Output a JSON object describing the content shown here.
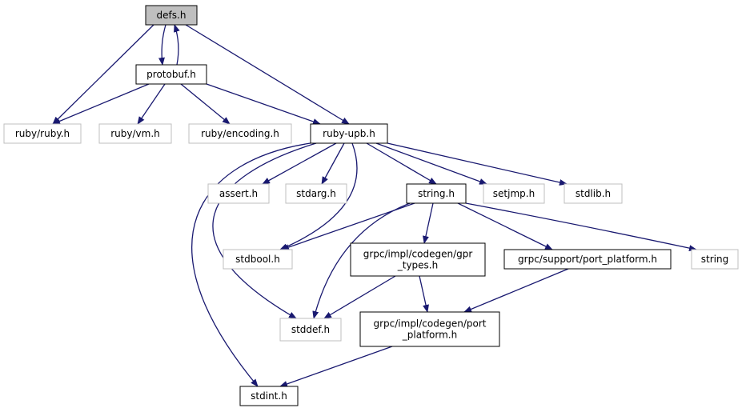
{
  "colors": {
    "edge": "#191970",
    "border_local": "#000000",
    "border_system": "#bfbfbf",
    "fill_current": "#bfbfbf",
    "fill_default": "#ffffff"
  },
  "nodes": {
    "defs": {
      "lines": [
        "defs.h"
      ],
      "kind": "current"
    },
    "protobuf": {
      "lines": [
        "protobuf.h"
      ],
      "kind": "local"
    },
    "ruby_ruby": {
      "lines": [
        "ruby/ruby.h"
      ],
      "kind": "system"
    },
    "ruby_vm": {
      "lines": [
        "ruby/vm.h"
      ],
      "kind": "system"
    },
    "ruby_encoding": {
      "lines": [
        "ruby/encoding.h"
      ],
      "kind": "system"
    },
    "ruby_upb": {
      "lines": [
        "ruby-upb.h"
      ],
      "kind": "local"
    },
    "assert": {
      "lines": [
        "assert.h"
      ],
      "kind": "system"
    },
    "stdarg": {
      "lines": [
        "stdarg.h"
      ],
      "kind": "system"
    },
    "string_h": {
      "lines": [
        "string.h"
      ],
      "kind": "local"
    },
    "setjmp": {
      "lines": [
        "setjmp.h"
      ],
      "kind": "system"
    },
    "stdlib": {
      "lines": [
        "stdlib.h"
      ],
      "kind": "system"
    },
    "stdbool": {
      "lines": [
        "stdbool.h"
      ],
      "kind": "system"
    },
    "gpr_types": {
      "lines": [
        "grpc/impl/codegen/gpr",
        "_types.h"
      ],
      "kind": "local"
    },
    "port_platform": {
      "lines": [
        "grpc/support/port_platform.h"
      ],
      "kind": "local"
    },
    "string": {
      "lines": [
        "string"
      ],
      "kind": "system"
    },
    "stddef": {
      "lines": [
        "stddef.h"
      ],
      "kind": "system"
    },
    "codegen_port": {
      "lines": [
        "grpc/impl/codegen/port",
        "_platform.h"
      ],
      "kind": "local"
    },
    "stdint": {
      "lines": [
        "stdint.h"
      ],
      "kind": "local"
    }
  },
  "edges": [
    [
      "defs",
      "protobuf"
    ],
    [
      "protobuf",
      "defs"
    ],
    [
      "defs",
      "ruby_ruby"
    ],
    [
      "defs",
      "ruby_upb"
    ],
    [
      "protobuf",
      "ruby_ruby"
    ],
    [
      "protobuf",
      "ruby_vm"
    ],
    [
      "protobuf",
      "ruby_encoding"
    ],
    [
      "protobuf",
      "ruby_upb"
    ],
    [
      "ruby_upb",
      "assert"
    ],
    [
      "ruby_upb",
      "stdarg"
    ],
    [
      "ruby_upb",
      "string_h"
    ],
    [
      "ruby_upb",
      "setjmp"
    ],
    [
      "ruby_upb",
      "stdlib"
    ],
    [
      "ruby_upb",
      "stdbool"
    ],
    [
      "ruby_upb",
      "stddef"
    ],
    [
      "ruby_upb",
      "stdint"
    ],
    [
      "string_h",
      "stdbool"
    ],
    [
      "string_h",
      "gpr_types"
    ],
    [
      "string_h",
      "port_platform"
    ],
    [
      "string_h",
      "string"
    ],
    [
      "string_h",
      "stddef"
    ],
    [
      "gpr_types",
      "stddef"
    ],
    [
      "gpr_types",
      "codegen_port"
    ],
    [
      "port_platform",
      "codegen_port"
    ],
    [
      "codegen_port",
      "stdint"
    ]
  ]
}
